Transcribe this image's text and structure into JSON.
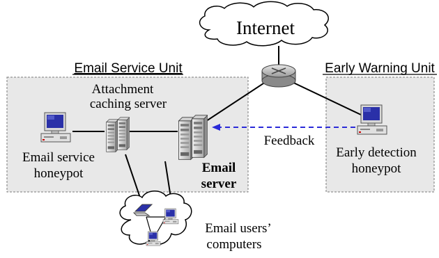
{
  "internet": {
    "label": "Internet"
  },
  "email_service_unit": {
    "title": "Email Service Unit",
    "attachment_caching_server": {
      "line1": "Attachment",
      "line2": "caching server"
    },
    "email_service_honeypot": {
      "line1": "Email service",
      "line2": "honeypot"
    },
    "email_server": {
      "line1": "Email",
      "line2": "server"
    }
  },
  "early_warning_unit": {
    "title": "Early Warning Unit",
    "early_detection_honeypot": {
      "line1": "Early detection",
      "line2": "honeypot"
    }
  },
  "feedback": {
    "label": "Feedback"
  },
  "email_users": {
    "line1": "Email users’",
    "line2": "computers"
  },
  "colors": {
    "unit_fill": "#e8e8e8",
    "unit_border": "#7a7a7a",
    "feedback_arrow": "#2a2ad8",
    "line": "#000000"
  }
}
